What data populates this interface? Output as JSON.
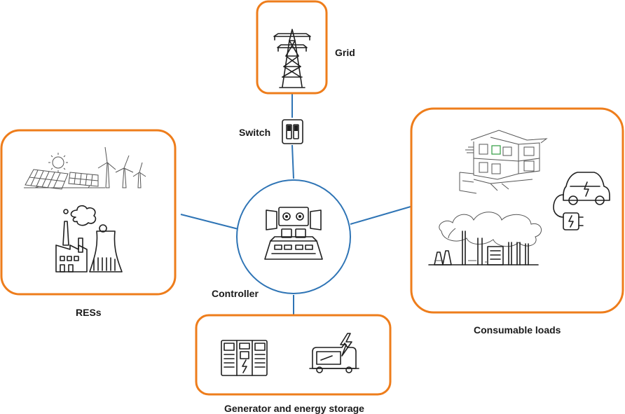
{
  "labels": {
    "grid": "Grid",
    "switch": "Switch",
    "controller": "Controller",
    "ress": "RESs",
    "consumable_loads": "Consumable loads",
    "generator_storage": "Generator and energy storage"
  },
  "colors": {
    "box_border": "#ee7d1b",
    "connector": "#2e74b5",
    "icon_ink": "#1f1f1f"
  },
  "icons": {
    "grid": "transmission-tower-icon",
    "switch": "switch-icon",
    "controller": "control-console-icon",
    "res_top": "solar-wind-icon",
    "res_bottom": "power-plant-icon",
    "load_house": "house-icon",
    "load_ev": "electric-car-icon",
    "load_factory": "factory-icon",
    "storage": "battery-cabinet-icon",
    "generator": "generator-icon"
  }
}
